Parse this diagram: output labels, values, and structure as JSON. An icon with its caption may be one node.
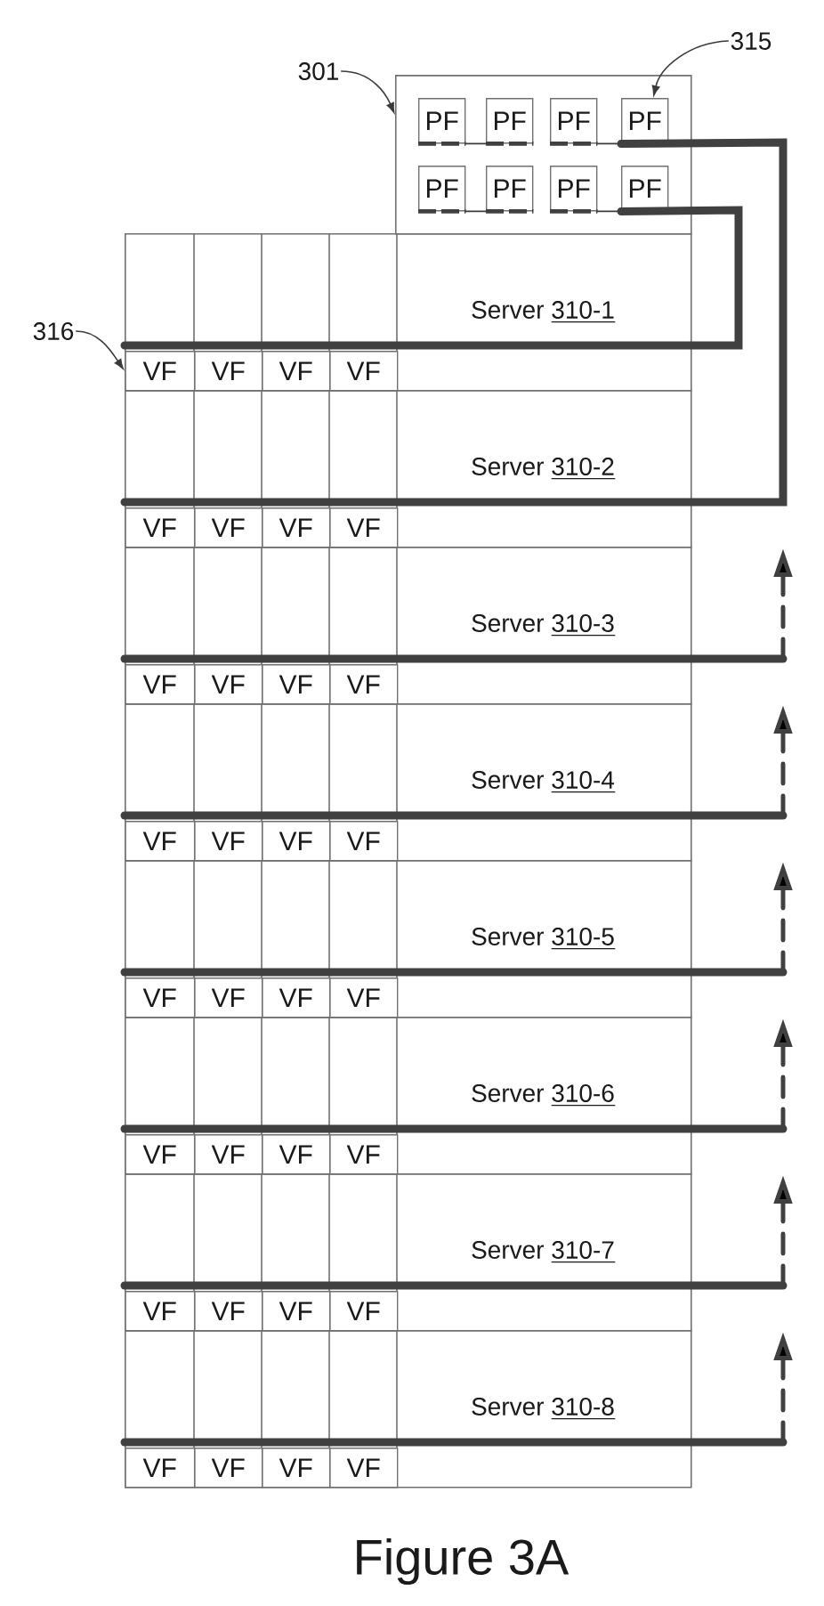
{
  "diagram": {
    "caption": "Figure 3A",
    "nodes": [
      {
        "text": [
          "315"
        ]
      },
      {
        "text": [
          "301"
        ]
      },
      {
        "text": [],
        "shape": "box"
      },
      {
        "text": [
          "PF"
        ],
        "in": 2
      },
      {
        "text": [
          "PF"
        ],
        "in": 2
      },
      {
        "text": [
          "PF"
        ],
        "in": 2
      },
      {
        "text": [
          "PF"
        ],
        "in": 2
      },
      {
        "text": [
          "PF"
        ],
        "in": 2
      },
      {
        "text": [
          "PF"
        ],
        "in": 2
      },
      {
        "text": [
          "PF"
        ],
        "in": 2
      },
      {
        "text": [
          "PF"
        ],
        "in": 2
      },
      {
        "text": [
          "316"
        ]
      },
      {
        "text": [
          "Server 310-1"
        ]
      },
      {
        "text": [
          "VF"
        ],
        "in": 12
      },
      {
        "text": [
          "VF"
        ],
        "in": 12
      },
      {
        "text": [
          "VF"
        ],
        "in": 12
      },
      {
        "text": [
          "VF"
        ],
        "in": 12
      },
      {
        "text": [
          "Server 310-2"
        ]
      },
      {
        "text": [
          "VF"
        ],
        "in": 17
      },
      {
        "text": [
          "VF"
        ],
        "in": 17
      },
      {
        "text": [
          "VF"
        ],
        "in": 17
      },
      {
        "text": [
          "VF"
        ],
        "in": 17
      },
      {
        "text": [
          "Server 310-3"
        ]
      },
      {
        "text": [
          "VF"
        ],
        "in": 22
      },
      {
        "text": [
          "VF"
        ],
        "in": 22
      },
      {
        "text": [
          "VF"
        ],
        "in": 22
      },
      {
        "text": [
          "VF"
        ],
        "in": 22
      },
      {
        "text": [
          "Server 310-4"
        ]
      },
      {
        "text": [
          "VF"
        ],
        "in": 27
      },
      {
        "text": [
          "VF"
        ],
        "in": 27
      },
      {
        "text": [
          "VF"
        ],
        "in": 27
      },
      {
        "text": [
          "VF"
        ],
        "in": 27
      },
      {
        "text": [
          "Server 310-5"
        ]
      },
      {
        "text": [
          "VF"
        ],
        "in": 32
      },
      {
        "text": [
          "VF"
        ],
        "in": 32
      },
      {
        "text": [
          "VF"
        ],
        "in": 32
      },
      {
        "text": [
          "VF"
        ],
        "in": 32
      },
      {
        "text": [
          "Server 310-6"
        ]
      },
      {
        "text": [
          "VF"
        ],
        "in": 37
      },
      {
        "text": [
          "VF"
        ],
        "in": 37
      },
      {
        "text": [
          "VF"
        ],
        "in": 37
      },
      {
        "text": [
          "VF"
        ],
        "in": 37
      },
      {
        "text": [
          "Server 310-7"
        ]
      },
      {
        "text": [
          "VF"
        ],
        "in": 42
      },
      {
        "text": [
          "VF"
        ],
        "in": 42
      },
      {
        "text": [
          "VF"
        ],
        "in": 42
      },
      {
        "text": [
          "VF"
        ],
        "in": 42
      },
      {
        "text": [
          "Server 310-8"
        ]
      },
      {
        "text": [
          "VF"
        ],
        "in": 47
      },
      {
        "text": [
          "VF"
        ],
        "in": 47
      },
      {
        "text": [
          "VF"
        ],
        "in": 47
      },
      {
        "text": [
          "VF"
        ],
        "in": 47
      }
    ],
    "edges": [
      {
        "from": 0,
        "to": 6,
        "arrow": "to"
      },
      {
        "from": 1,
        "to": 2,
        "arrow": "to"
      },
      {
        "from": 11,
        "to": 13,
        "arrow": "to"
      },
      {
        "from": 3,
        "to": 4,
        "arrow": "none"
      },
      {
        "from": 5,
        "to": 6,
        "arrow": "none"
      },
      {
        "from": 7,
        "to": 8,
        "arrow": "none"
      },
      {
        "from": 9,
        "to": 10,
        "arrow": "none"
      },
      {
        "from": 10,
        "to": 12,
        "arrow": "none"
      },
      {
        "from": 6,
        "to": 17,
        "arrow": "none"
      },
      {
        "from": 22,
        "to": null,
        "arrow": "to"
      },
      {
        "from": 27,
        "to": null,
        "arrow": "to"
      },
      {
        "from": 32,
        "to": null,
        "arrow": "to"
      },
      {
        "from": 37,
        "to": null,
        "arrow": "to"
      },
      {
        "from": 42,
        "to": null,
        "arrow": "to"
      },
      {
        "from": 47,
        "to": null,
        "arrow": "to"
      }
    ]
  }
}
